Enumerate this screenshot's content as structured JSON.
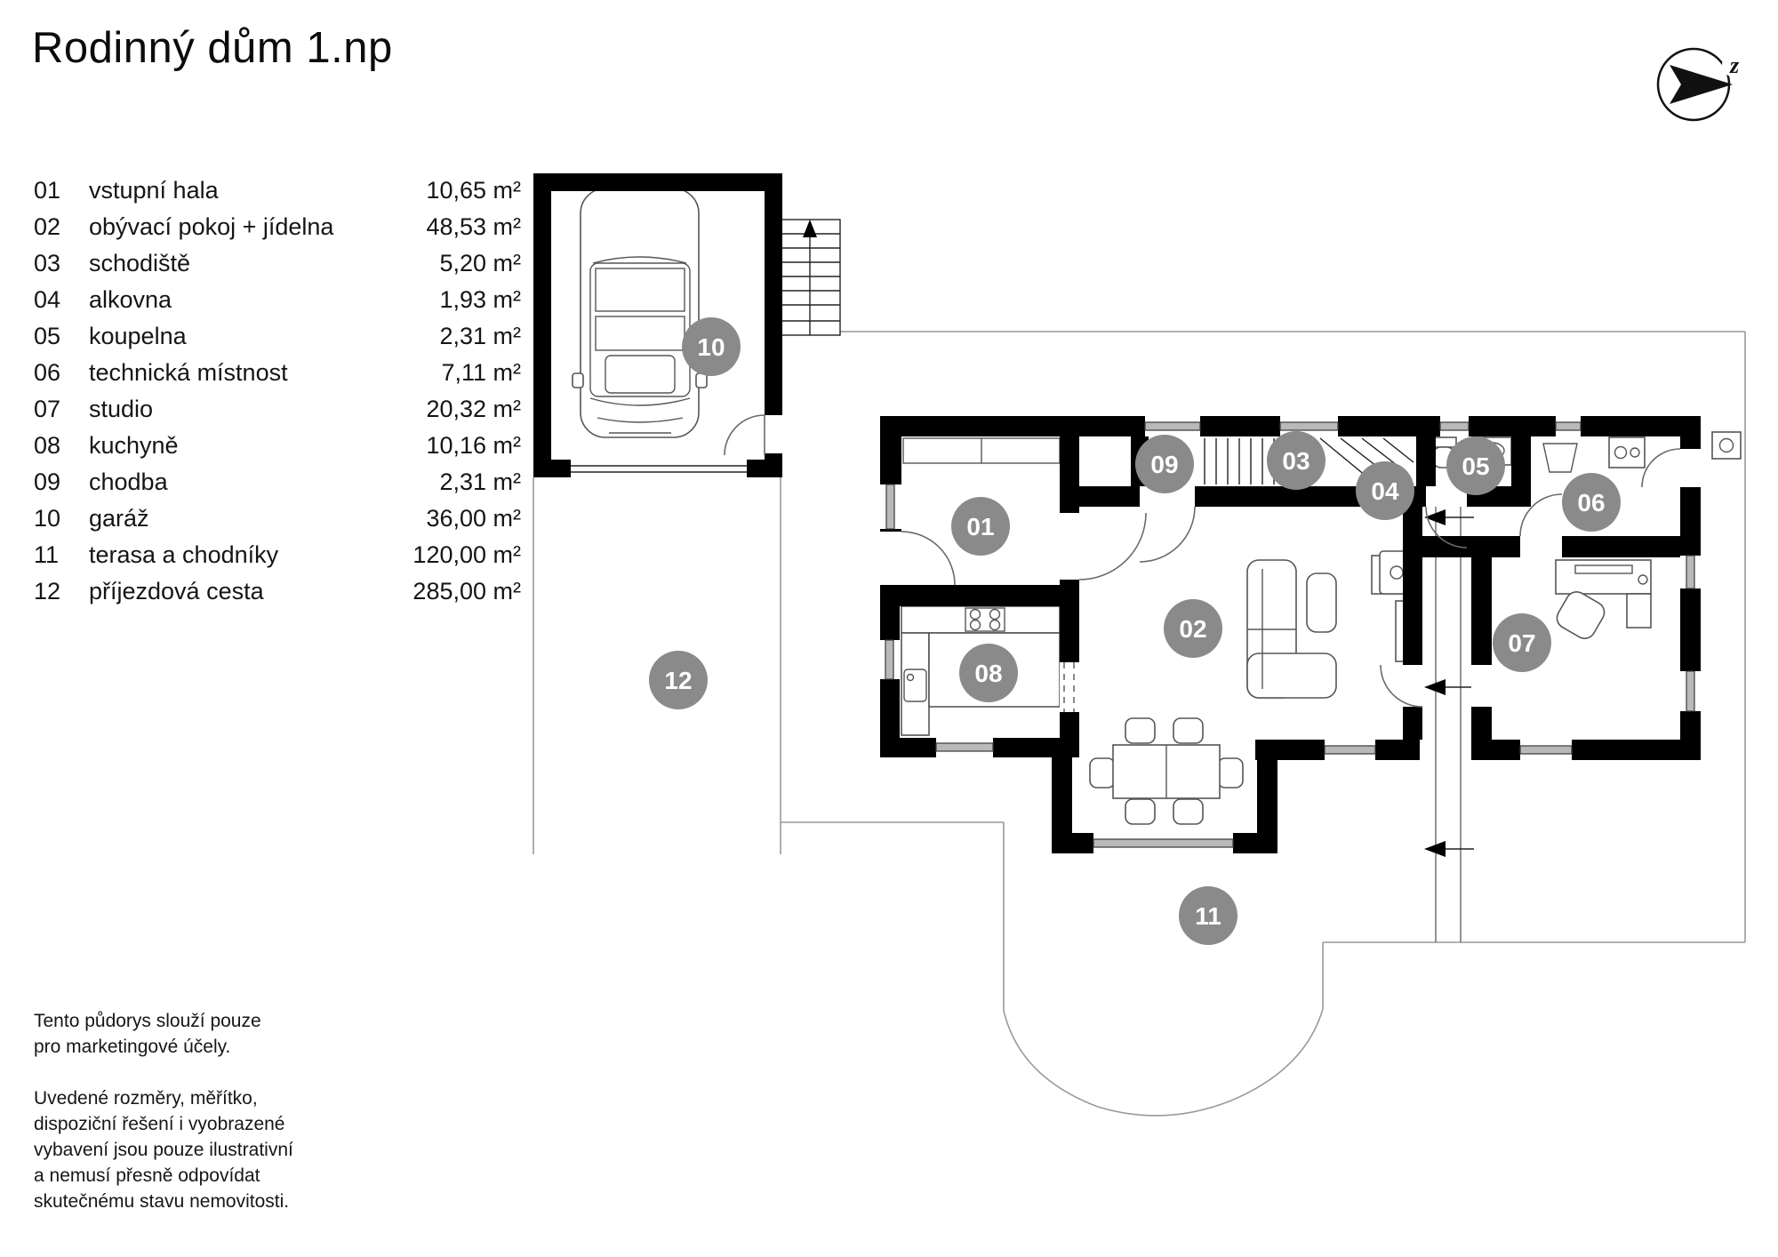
{
  "title": "Rodinný dům 1.np",
  "compass": {
    "label": "z"
  },
  "legend": {
    "items": [
      {
        "num": "01",
        "name": "vstupní hala",
        "area": "10,65 m²"
      },
      {
        "num": "02",
        "name": "obývací pokoj + jídelna",
        "area": "48,53 m²"
      },
      {
        "num": "03",
        "name": "schodiště",
        "area": "5,20 m²"
      },
      {
        "num": "04",
        "name": "alkovna",
        "area": "1,93 m²"
      },
      {
        "num": "05",
        "name": "koupelna",
        "area": "2,31 m²"
      },
      {
        "num": "06",
        "name": "technická místnost",
        "area": "7,11 m²"
      },
      {
        "num": "07",
        "name": "studio",
        "area": "20,32 m²"
      },
      {
        "num": "08",
        "name": "kuchyně",
        "area": "10,16 m²"
      },
      {
        "num": "09",
        "name": "chodba",
        "area": "2,31 m²"
      },
      {
        "num": "10",
        "name": "garáž",
        "area": "36,00 m²"
      },
      {
        "num": "11",
        "name": "terasa a chodníky",
        "area": "120,00 m²"
      },
      {
        "num": "12",
        "name": "příjezdová cesta",
        "area": "285,00 m²"
      }
    ]
  },
  "plan": {
    "badges": [
      {
        "label": "01"
      },
      {
        "label": "02"
      },
      {
        "label": "03"
      },
      {
        "label": "04"
      },
      {
        "label": "05"
      },
      {
        "label": "06"
      },
      {
        "label": "07"
      },
      {
        "label": "08"
      },
      {
        "label": "09"
      },
      {
        "label": "10"
      },
      {
        "label": "11"
      },
      {
        "label": "12"
      }
    ]
  },
  "disclaimer": {
    "para1": "Tento půdorys slouží pouze\npro marketingové účely.",
    "para2": "Uvedené rozměry, měřítko,\ndispoziční řešení i vyobrazené\nvybavení jsou pouze ilustrativní\na nemusí přesně odpovídat\nskutečnému stavu nemovitosti."
  }
}
